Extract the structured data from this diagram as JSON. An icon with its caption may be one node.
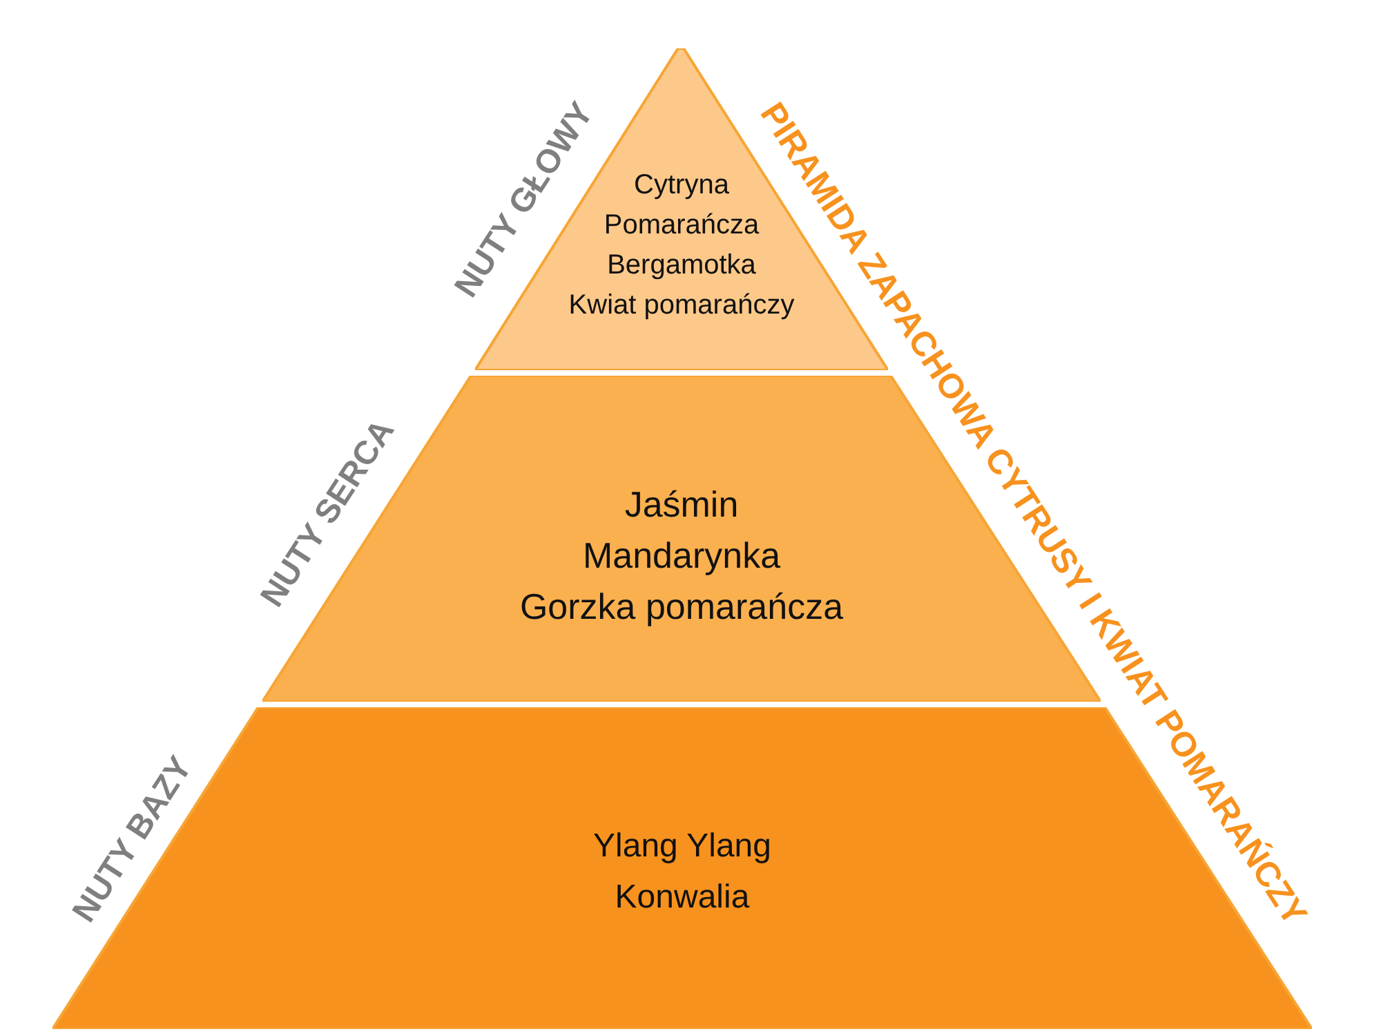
{
  "diagram": {
    "title": "PIRAMIDA ZAPACHOWA CYTRUSY I KWIAT POMARAŃCZY",
    "nodes": [
      {
        "text": [
          "Cytryna",
          "Pomarańcza",
          "Bergamotka",
          "Kwiat pomarańczy"
        ],
        "beside": [
          "NUTY GŁOWY"
        ]
      },
      {
        "text": [
          "Jaśmin",
          "Mandarynka",
          "Gorzka pomarańcza"
        ],
        "beside": [
          "NUTY SERCA"
        ]
      },
      {
        "text": [
          "Ylang Ylang",
          "Konwalia"
        ],
        "beside": [
          "NUTY BAZY"
        ]
      }
    ],
    "edges": []
  }
}
